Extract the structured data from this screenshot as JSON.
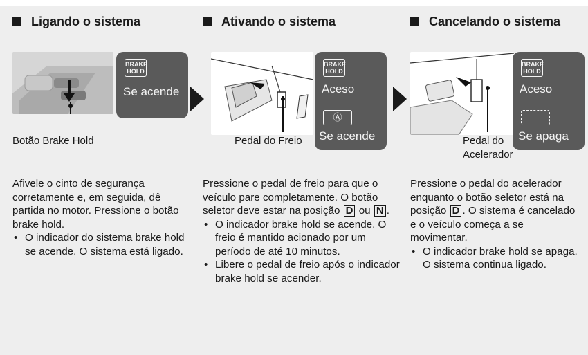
{
  "sections": [
    {
      "heading": "Ligando o sistema",
      "indicator": {
        "badge_line1": "BRAKE",
        "badge_line2": "HOLD",
        "status": "Se acende"
      },
      "callout": "Botão Brake Hold",
      "body": "Afivele o cinto de segurança corretamente e, em seguida, dê partida no motor. Pressione o botão brake hold.",
      "bullets": [
        "O indicador do sistema brake hold se acende. O sistema está ligado."
      ]
    },
    {
      "heading": "Ativando o sistema",
      "indicator": {
        "badge_line1": "BRAKE",
        "badge_line2": "HOLD",
        "status1": "Aceso",
        "auto_symbol": "Ⓐ",
        "status2": "Se acende"
      },
      "callout": "Pedal do Freio",
      "body_part1": "Pressione o pedal de freio para que o veículo pare completamente. O botão seletor deve estar na posição",
      "gear1": "D",
      "body_or": "ou",
      "gear2": "N",
      "body_end": ".",
      "bullets": [
        "O indicador brake hold se acende. O freio é mantido acionado por um período de até 10 minutos.",
        "Libere o pedal de freio após o indicador brake hold se acender."
      ]
    },
    {
      "heading": "Cancelando o sistema",
      "indicator": {
        "badge_line1": "BRAKE",
        "badge_line2": "HOLD",
        "status1": "Aceso",
        "status2": "Se apaga"
      },
      "callout_line1": "Pedal do",
      "callout_line2": "Acelerador",
      "body_part1": "Pressione o pedal do acelerador enquanto o botão seletor está na posição",
      "gear": "D",
      "body_part2": ". O sistema é cancelado e o veículo começa a se movimentar.",
      "bullets": [
        "O indicador brake hold se apaga. O sistema continua ligado."
      ]
    }
  ]
}
